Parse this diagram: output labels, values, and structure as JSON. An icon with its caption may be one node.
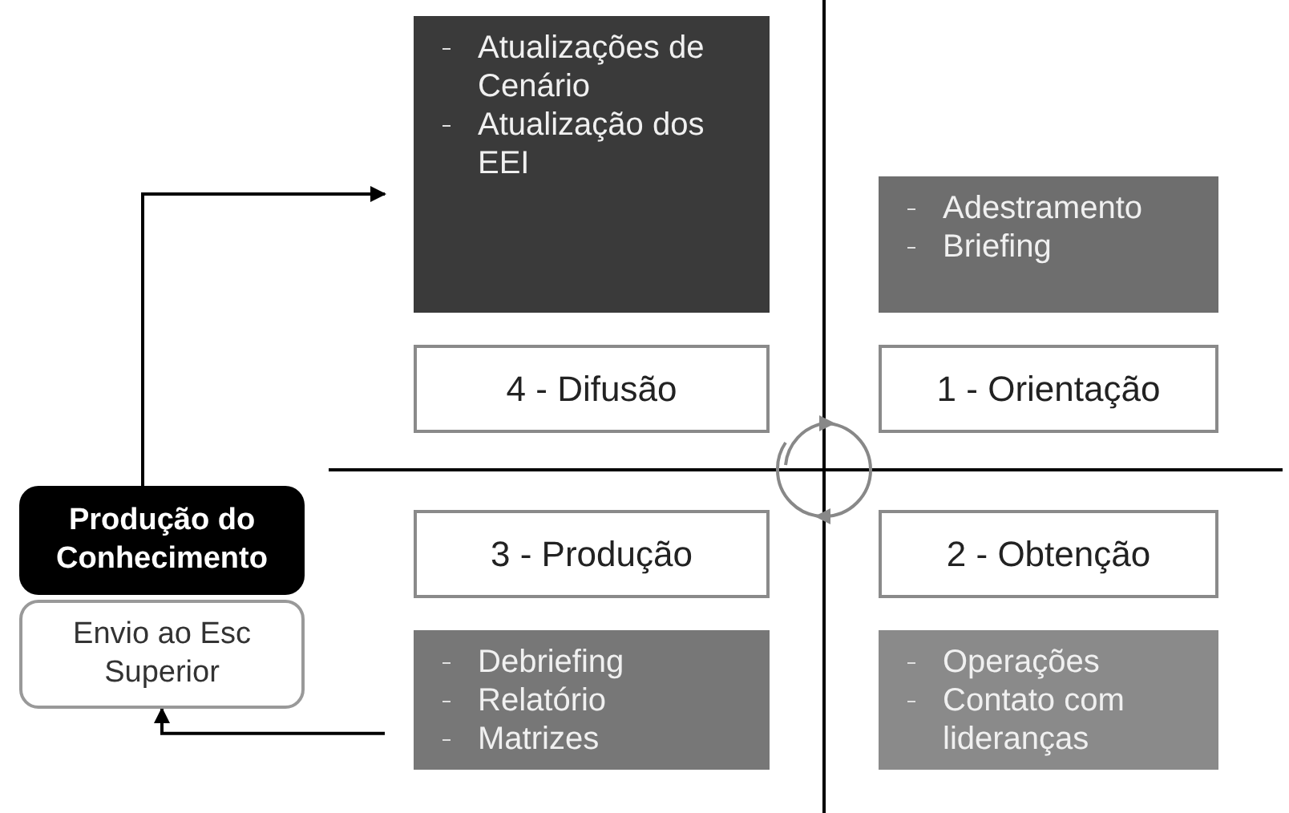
{
  "diagram": {
    "nodes": [
      {
        "text": [
          "Atualizações de Cenário",
          "Atualização dos EEI"
        ]
      },
      {
        "text": [
          "Adestramento",
          "Briefing"
        ]
      },
      {
        "text": [
          "4 - Difusão"
        ]
      },
      {
        "text": [
          "1 - Orientação"
        ]
      },
      {
        "text": [
          "3 - Produção"
        ]
      },
      {
        "text": [
          "2 - Obtenção"
        ]
      },
      {
        "text": [
          "Debriefing",
          "Relatório",
          "Matrizes"
        ]
      },
      {
        "text": [
          "Operações",
          "Contato com lideranças"
        ]
      },
      {
        "text": [
          "Produção do Conhecimento"
        ]
      },
      {
        "text": [
          "Envio ao Esc Superior"
        ]
      }
    ],
    "edges": [
      {
        "from": 8,
        "to": 0,
        "arrow": "to"
      },
      {
        "from": 6,
        "to": 9,
        "arrow": "to"
      }
    ]
  }
}
